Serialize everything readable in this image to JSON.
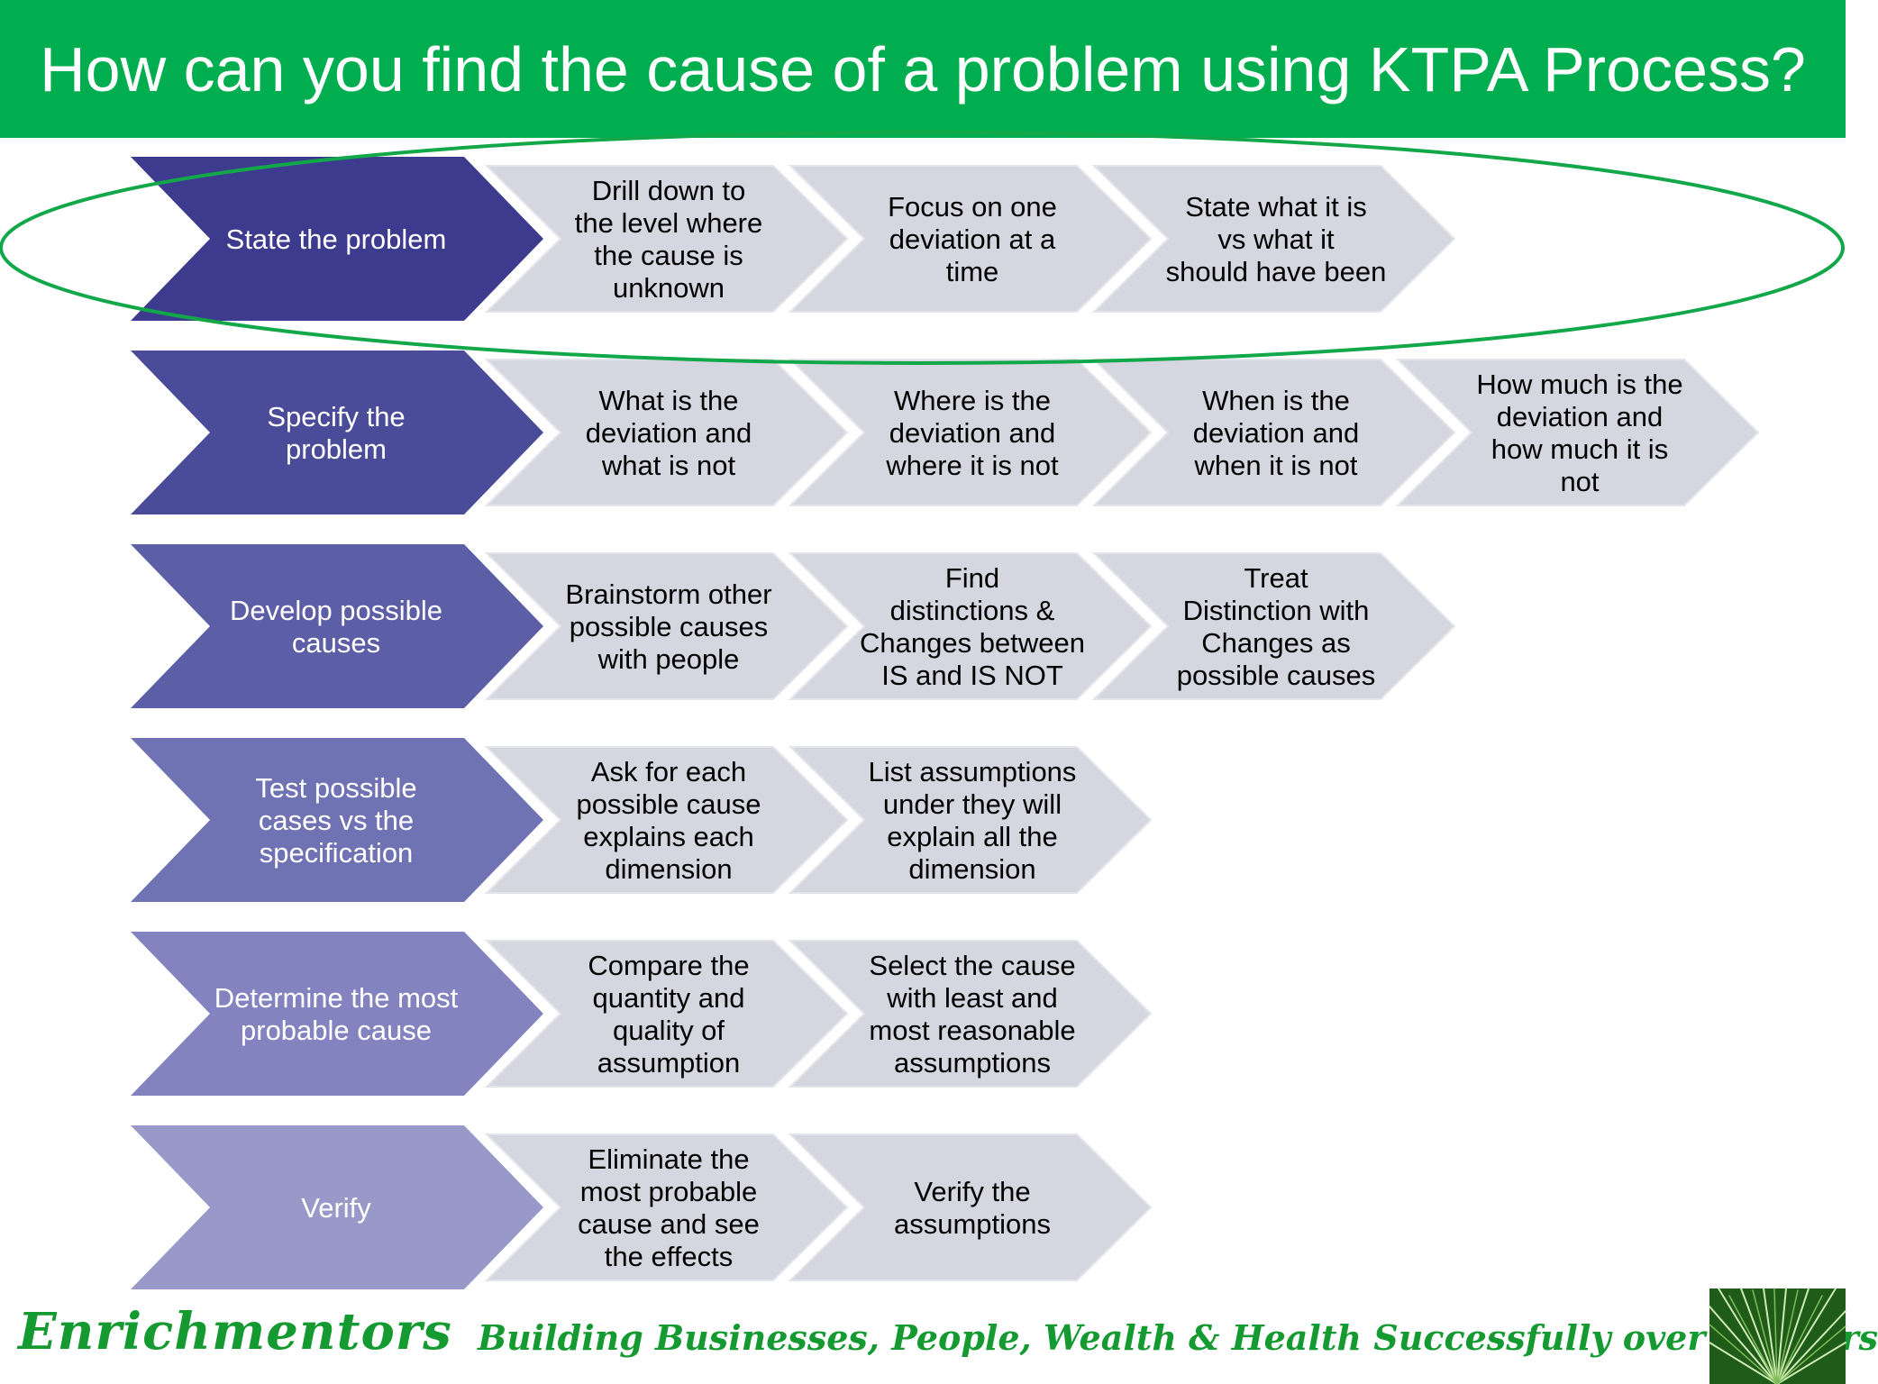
{
  "title": "How can you find the cause of a problem using KTPA Process?",
  "colors": {
    "title_bar": "#00ae4f",
    "highlight_ellipse": "#12a84a",
    "step_gradient": [
      "#3c3b8e",
      "#4a4b99",
      "#5c5ea6",
      "#6f72b3",
      "#8384bf",
      "#9899c9"
    ],
    "detail_fill": "#d6d6e0",
    "brand": "#159a31"
  },
  "highlight": {
    "step_index": 0,
    "shape": "ellipse-outline"
  },
  "steps": [
    {
      "label": "State the problem",
      "details": [
        "Drill down to the level where the cause is unknown",
        "Focus on one deviation at a time",
        "State what it is vs what it should have been"
      ]
    },
    {
      "label": "Specify the problem",
      "details": [
        "What is the deviation and what is not",
        "Where is the deviation and where it is not",
        "When is the deviation and when it is not",
        "How much is the deviation and how much it is not"
      ]
    },
    {
      "label": "Develop possible causes",
      "details": [
        "Brainstorm other possible causes with people",
        "Find distinctions & Changes between IS and IS NOT",
        "Treat Distinction with Changes as possible causes"
      ]
    },
    {
      "label": "Test possible cases vs the specification",
      "details": [
        "Ask for each possible cause explains each dimension",
        "List assumptions under they will explain all the dimension"
      ]
    },
    {
      "label": "Determine the most probable cause",
      "details": [
        "Compare the quantity and quality of assumption",
        "Select the cause with least and most reasonable assumptions"
      ]
    },
    {
      "label": "Verify",
      "details": [
        "Eliminate the most probable cause and see the effects",
        "Verify the assumptions"
      ]
    }
  ],
  "footer": {
    "brand": "Enrichmentors",
    "tagline": "Building Businesses, People, Wealth & Health Successfully over 40 years",
    "image_icon": "pine-needles-photo"
  }
}
